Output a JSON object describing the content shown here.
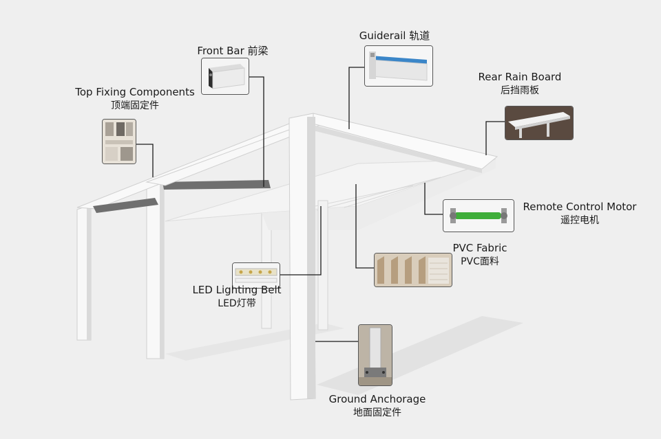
{
  "labels": {
    "top_fixing": {
      "en": "Top Fixing Components",
      "zh": "顶端固定件"
    },
    "front_bar": {
      "en": "Front Bar 前梁"
    },
    "guiderail": {
      "en": "Guiderail 轨道"
    },
    "rear_rain_board": {
      "en": "Rear Rain Board",
      "zh": "后挡雨板"
    },
    "remote_motor": {
      "en": "Remote Control Motor",
      "zh": "遥控电机"
    },
    "pvc_fabric": {
      "en": "PVC Fabric",
      "zh": "PVC面料"
    },
    "led_belt": {
      "en": "LED Lighting Belt",
      "zh": "LED灯带"
    },
    "ground_anchorage": {
      "en": "Ground Anchorage",
      "zh": "地面固定件"
    }
  },
  "colors": {
    "background": "#efefef",
    "frame": "#f7f7f7",
    "frame_shade": "#d4d4d4",
    "leader_line": "#1a1a1a",
    "motor_tube": "#3fae3a",
    "guiderail_strip": "#3b86c8"
  }
}
